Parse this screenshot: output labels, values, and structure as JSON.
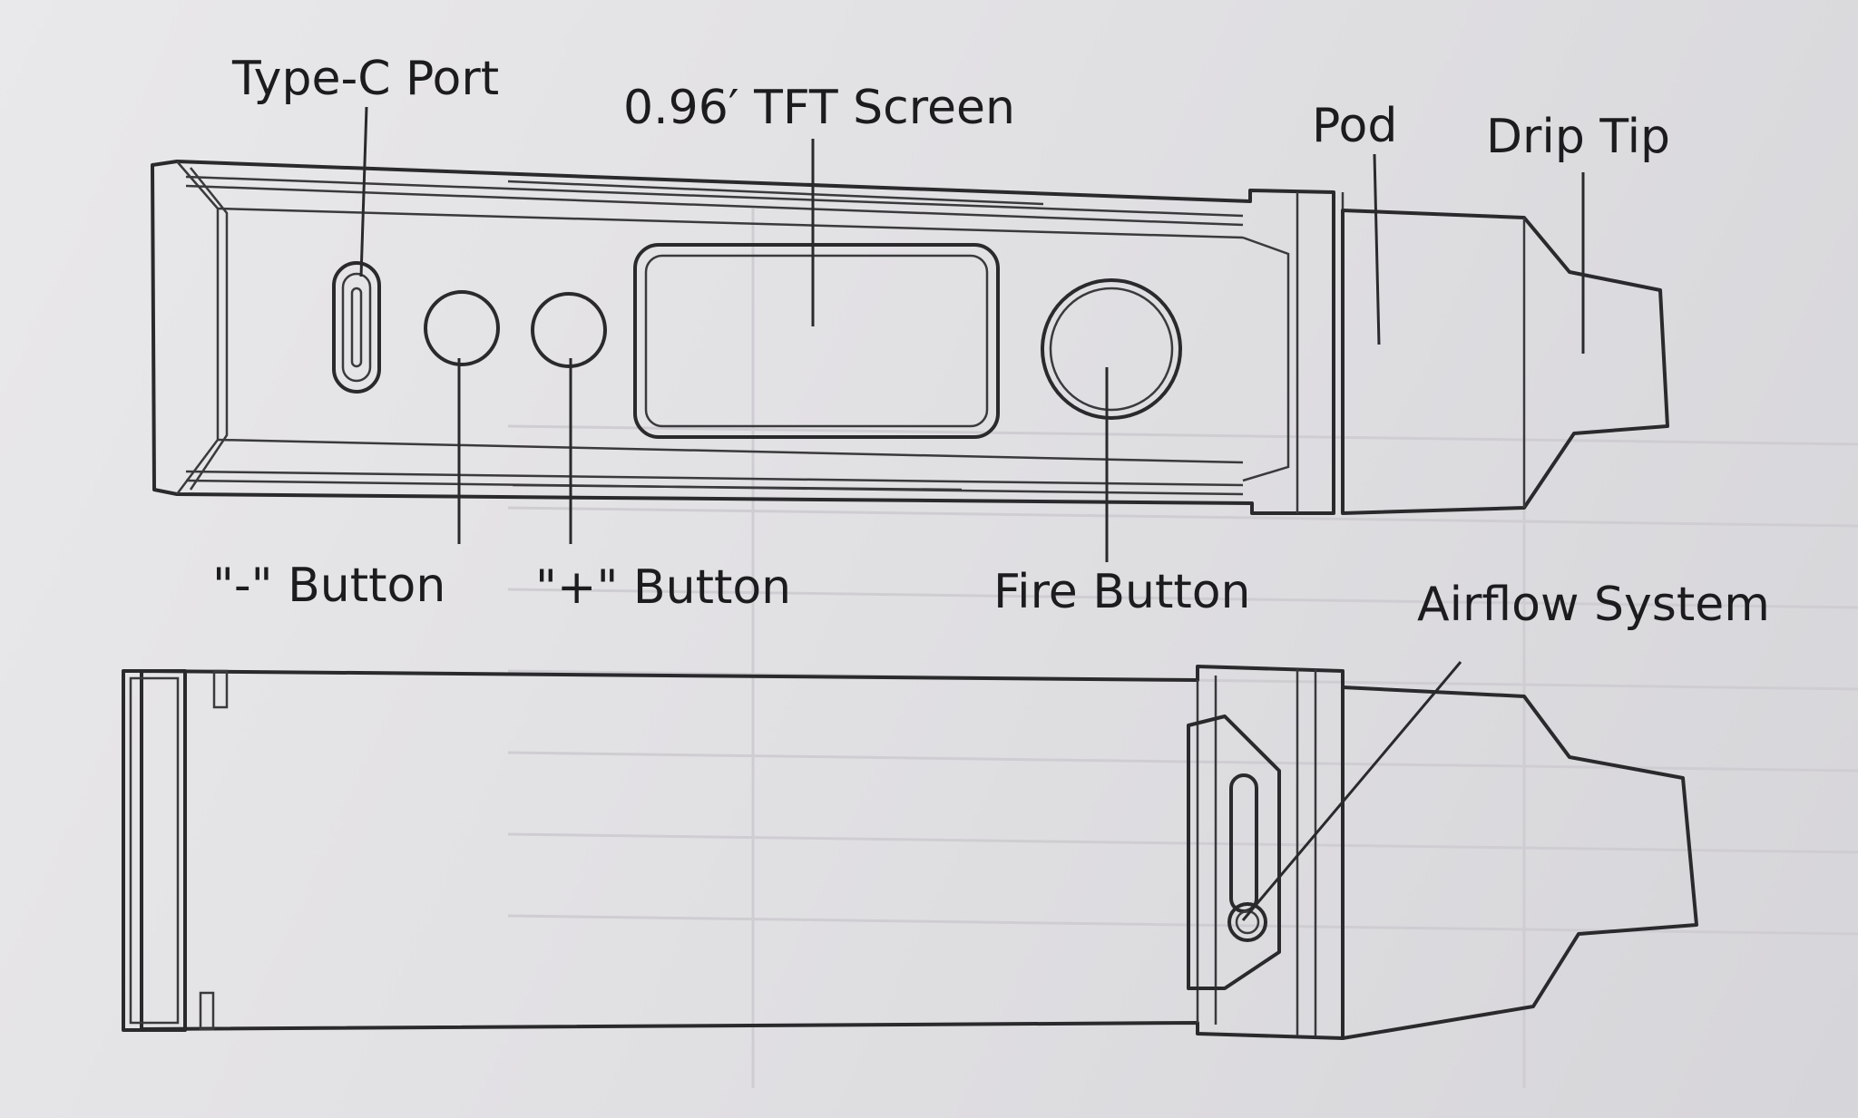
{
  "labels": {
    "type_c_port": "Type-C Port",
    "tft_screen": "0.96′ TFT Screen",
    "pod": "Pod",
    "drip_tip": "Drip Tip",
    "minus_button": "\"-\" Button",
    "plus_button": "\"+\" Button",
    "fire_button": "Fire Button",
    "airflow_system": "Airflow System"
  }
}
